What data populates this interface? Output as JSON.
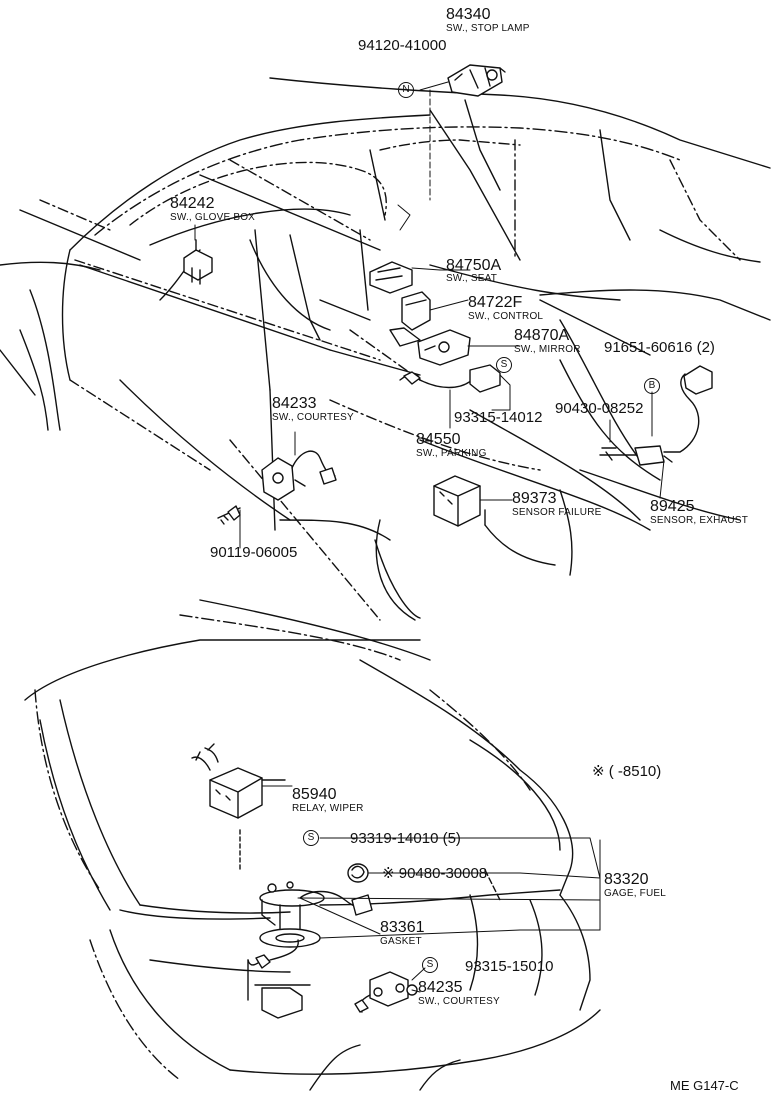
{
  "diagram": {
    "code": "ME G147-C",
    "note": "※ (       -8510)"
  },
  "parts": {
    "p84340": {
      "number": "84340",
      "name": "SW., STOP LAMP"
    },
    "p94120": {
      "number": "94120-41000",
      "mark": "N"
    },
    "p84242": {
      "number": "84242",
      "name": "SW., GLOVE BOX"
    },
    "p84750A": {
      "number": "84750A",
      "name": "SW., SEAT"
    },
    "p84722F": {
      "number": "84722F",
      "name": "SW., CONTROL"
    },
    "p84870A": {
      "number": "84870A",
      "name": "SW., MIRROR"
    },
    "p91651": {
      "number": "91651-60616 (2)",
      "mark": "B"
    },
    "p93315a": {
      "number": "93315-14012",
      "mark": "S"
    },
    "p90430": {
      "number": "90430-08252"
    },
    "p84233": {
      "number": "84233",
      "name": "SW., COURTESY"
    },
    "p84550": {
      "number": "84550",
      "name": "SW., PARKING"
    },
    "p89373": {
      "number": "89373",
      "name": "SENSOR FAILURE"
    },
    "p89425": {
      "number": "89425",
      "name": "SENSOR, EXHAUST"
    },
    "p90119": {
      "number": "90119-06005"
    },
    "p85940": {
      "number": "85940",
      "name": "RELAY, WIPER"
    },
    "p93319": {
      "number": "93319-14010 (5)",
      "mark": "S"
    },
    "p90480": {
      "number": "※ 90480-30008"
    },
    "p83320": {
      "number": "83320",
      "name": "GAGE, FUEL"
    },
    "p83361": {
      "number": "83361",
      "name": "GASKET"
    },
    "p93315b": {
      "number": "93315-15010",
      "mark": "S"
    },
    "p84235": {
      "number": "84235",
      "name": "SW., COURTESY"
    }
  }
}
